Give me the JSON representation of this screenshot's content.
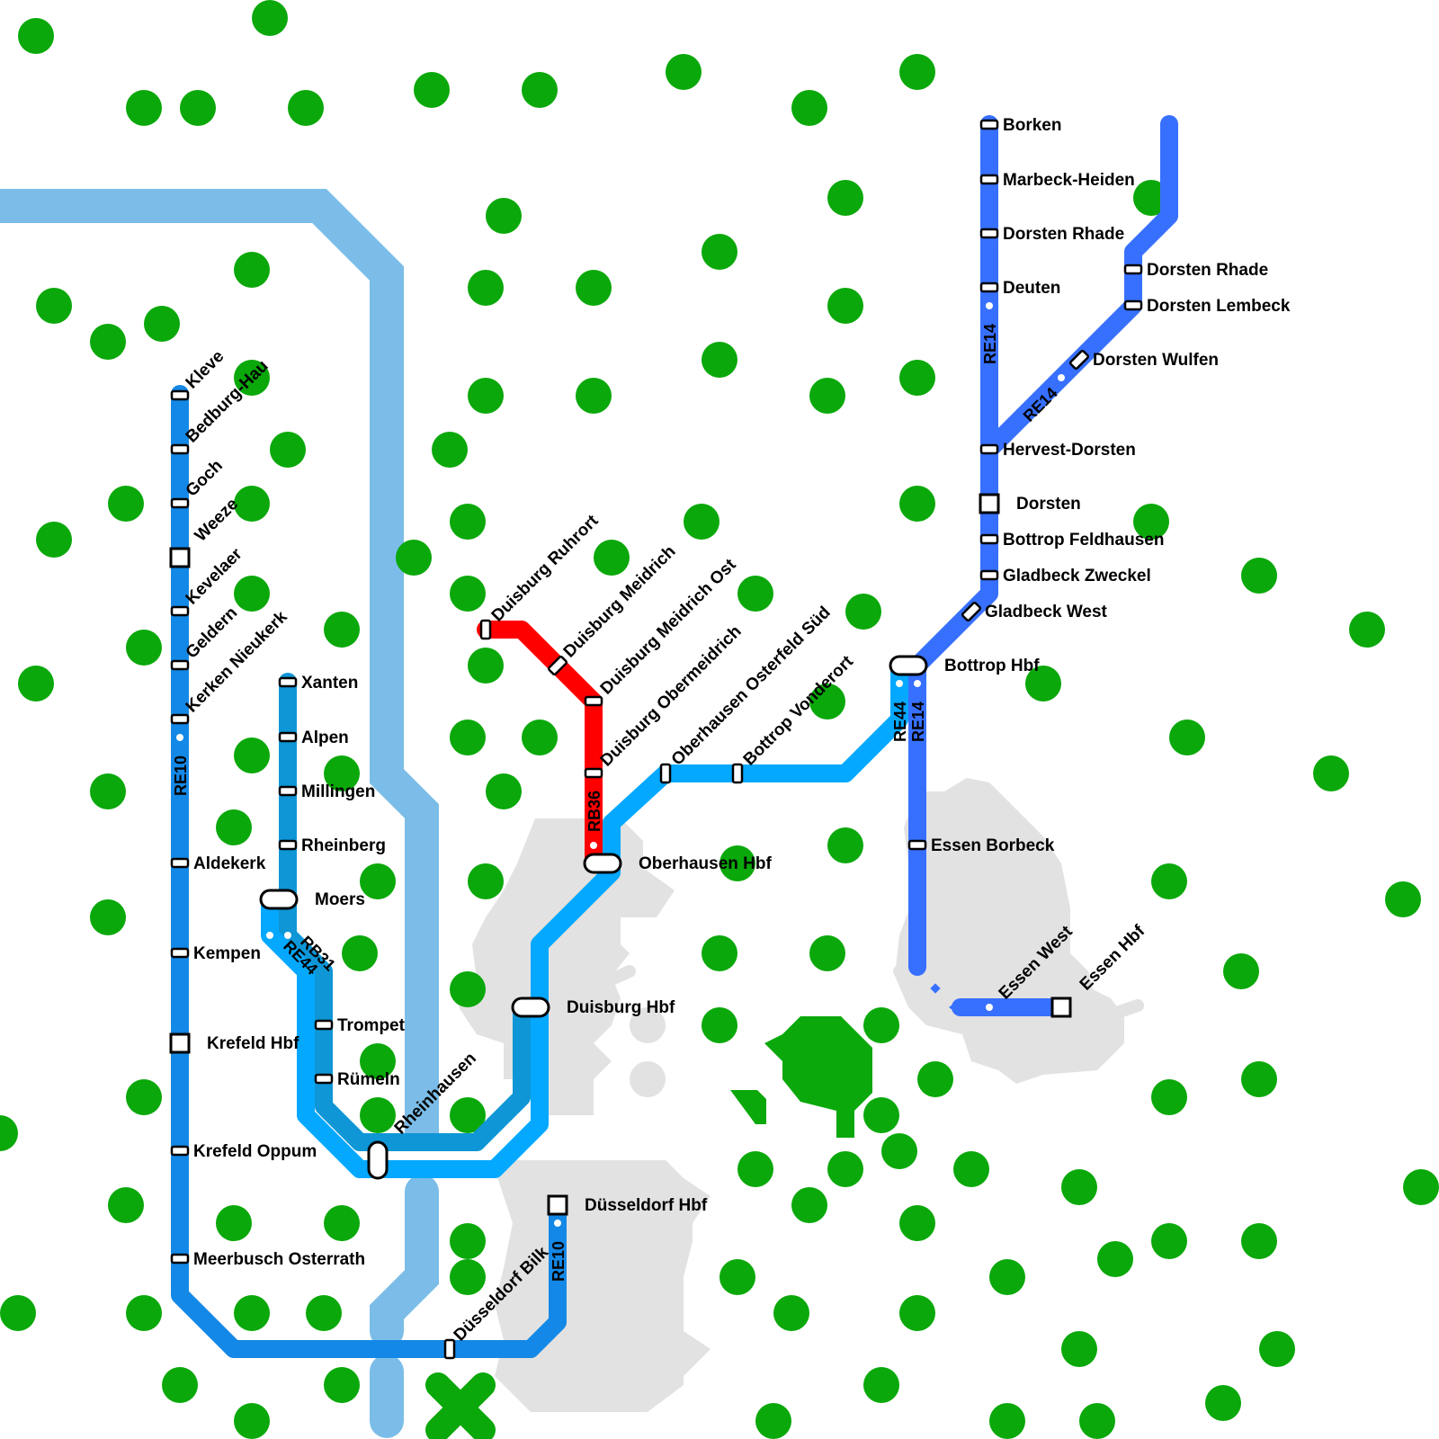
{
  "colors": {
    "background": "#ffffff",
    "park": "#0aa80a",
    "urban_area": "#e2e2e2",
    "river": "#7bbde8",
    "RE10": "#1488e6",
    "RB31": "#0e96d6",
    "RE44": "#04a8ff",
    "RB36": "#ff0000",
    "RE14": "#3770ff",
    "station_fill": "#ffffff",
    "station_stroke": "#000000"
  },
  "lines": {
    "RE10": "RE10",
    "RB31": "RB31",
    "RE44": "RE44",
    "RB36": "RB36",
    "RE14": "RE14"
  },
  "stations": {
    "kleve": "Kleve",
    "bedburg_hau": "Bedburg-Hau",
    "goch": "Goch",
    "weeze": "Weeze",
    "kevelaer": "Kevelaer",
    "geldern": "Geldern",
    "kerken_nieukerk": "Kerken Nieukerk",
    "aldekerk": "Aldekerk",
    "kempen": "Kempen",
    "krefeld_hbf": "Krefeld Hbf",
    "krefeld_oppum": "Krefeld Oppum",
    "meerbusch_osterrath": "Meerbusch Osterrath",
    "xanten": "Xanten",
    "alpen": "Alpen",
    "millingen": "Millingen",
    "rheinberg": "Rheinberg",
    "moers": "Moers",
    "trompet": "Trompet",
    "rumeln": "Rümeln",
    "rheinhausen": "Rheinhausen",
    "duisburg_hbf": "Duisburg Hbf",
    "dusseldorf_hbf": "Düsseldorf Hbf",
    "dusseldorf_bilk": "Düsseldorf Bilk",
    "duisburg_ruhrort": "Duisburg Ruhrort",
    "duisburg_meidrich": "Duisburg Meidrich",
    "duisburg_meidrich_ost": "Duisburg Meidrich Ost",
    "duisburg_obermeidrich": "Duisburg Obermeidrich",
    "oberhausen_osterfeld_sud": "Oberhausen Osterfeld Süd",
    "bottrop_vonderort": "Bottrop Vonderort",
    "oberhausen_hbf": "Oberhausen Hbf",
    "bottrop_hbf": "Bottrop Hbf",
    "essen_borbeck": "Essen Borbeck",
    "essen_west": "Essen West",
    "essen_hbf": "Essen Hbf",
    "borken": "Borken",
    "marbeck_heiden": "Marbeck-Heiden",
    "dorsten_rhade_1": "Dorsten Rhade",
    "deuten": "Deuten",
    "dorsten_rhade_2": "Dorsten Rhade",
    "dorsten_lembeck": "Dorsten Lembeck",
    "dorsten_wulfen": "Dorsten Wulfen",
    "hervest_dorsten": "Hervest-Dorsten",
    "dorsten": "Dorsten",
    "bottrop_feldhausen": "Bottrop Feldhausen",
    "gladbeck_zweckel": "Gladbeck Zweckel",
    "gladbeck_west": "Gladbeck West"
  }
}
